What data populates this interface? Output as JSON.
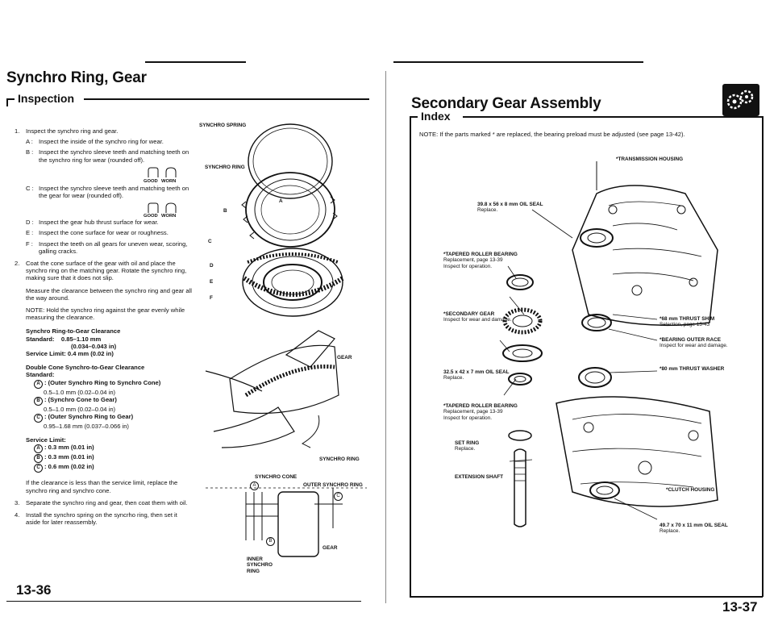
{
  "left": {
    "title": "Synchro Ring, Gear",
    "subtitle": "Inspection",
    "steps": [
      {
        "n": "1.",
        "text": "Inspect the synchro ring and gear."
      },
      {
        "n": "2.",
        "text": "Coat the cone surface of the gear with oil and place the synchro ring on the matching gear. Rotate the synchro ring, making sure that it does not slip."
      },
      {
        "n": "3.",
        "text": "Separate the synchro ring and gear, then coat them with oil."
      },
      {
        "n": "4.",
        "text": "Install the synchro spring on the syncrho ring, then set it aside for later reassembly."
      }
    ],
    "items": [
      {
        "l": "A :",
        "text": "Inspect the inside of the synchro ring for wear."
      },
      {
        "l": "B :",
        "text": "Inspect the synchro sleeve teeth and matching teeth on the synchro ring for wear (rounded off)."
      },
      {
        "l": "C :",
        "text": "Inspect the synchro sleeve teeth and matching teeth on the gear for wear (rounded off)."
      },
      {
        "l": "D :",
        "text": "Inspect the gear hub thrust surface for wear."
      },
      {
        "l": "E :",
        "text": "Inspect the cone surface for wear or roughness."
      },
      {
        "l": "F :",
        "text": "Inspect the teeth on all gears for uneven wear, scoring, galling cracks."
      }
    ],
    "good_label": "GOOD",
    "worn_label": "WORN",
    "measure_text": "Measure the clearance between the synchro ring and gear all the way around.",
    "note_text": "NOTE: Hold the synchro ring against the gear evenly while measuring the clearance.",
    "spec1_title": "Synchro Ring-to-Gear Clearance",
    "spec1_std_label": "Standard:",
    "spec1_std_value": "0.85–1.10 mm",
    "spec1_std_in": "(0.034–0.043 in)",
    "spec1_limit": "Service Limit: 0.4 mm (0.02 in)",
    "spec2_title": "Double Cone Synchro-to-Gear Clearance",
    "spec2_std_label": "Standard:",
    "spec2_a": ": (Outer Synchro Ring to Synchro Cone)",
    "spec2_a_val": "0.5–1.0 mm (0.02–0.04 in)",
    "spec2_b": ": (Synchro Cone to Gear)",
    "spec2_b_val": "0.5–1.0 mm (0.02–0.04 in)",
    "spec2_c": ": (Outer Synchro Ring to Gear)",
    "spec2_c_val": "0.95–1.68 mm (0.037–0.066 in)",
    "limit_title": "Service Limit:",
    "limit_a": ": 0.3 mm (0.01 in)",
    "limit_b": ": 0.3 mm (0.01 in)",
    "limit_c": ": 0.6 mm (0.02 in)",
    "limit_note": "If the clearance is less than the service limit, replace the synchro ring and synchro cone.",
    "circle_a": "A",
    "circle_b": "B",
    "circle_c": "C",
    "labels": {
      "synchro_spring": "SYNCHRO SPRING",
      "synchro_ring_top": "SYNCHRO RING",
      "gear": "GEAR",
      "synchro_ring_mid": "SYNCHRO RING",
      "synchro_cone": "SYNCHRO CONE",
      "outer_synchro_ring": "OUTER SYNCHRO RING",
      "inner_synchro_ring": "INNER SYNCHRO RING",
      "gear_bottom": "GEAR",
      "A": "A",
      "B": "B",
      "C": "C",
      "D": "D",
      "E": "E",
      "F": "F"
    },
    "page_number": "13-36"
  },
  "right": {
    "title": "Secondary Gear Assembly",
    "subtitle": "Index",
    "note": "NOTE: If the parts marked * are replaced, the bearing preload must be adjusted (see page 13-42).",
    "labels": {
      "trans_housing": "*TRANSMISSION HOUSING",
      "oil_seal_top": "39.8 x 56 x 8 mm OIL SEAL",
      "oil_seal_top_sub": "Replace.",
      "tapered_top": "*TAPERED ROLLER BEARING",
      "tapered_top_sub1": "Replacement, page 13-39",
      "tapered_top_sub2": "Inspect for operation.",
      "secondary_gear": "*SECONDARY GEAR",
      "secondary_gear_sub": "Inspect for wear and damage.",
      "shim": "*68 mm THRUST SHIM",
      "shim_sub": "Selection, page 13-43",
      "outer_race": "*BEARING OUTER RACE",
      "outer_race_sub": "Inspect for wear and damage.",
      "oil_seal_mid": "32.5 x 42 x 7 mm OIL SEAL",
      "oil_seal_mid_sub": "Replace.",
      "thrust_washer": "*80 mm THRUST WASHER",
      "tapered_bottom": "*TAPERED ROLLER BEARING",
      "tapered_bottom_sub1": "Replacement, page 13-39",
      "tapered_bottom_sub2": "Inspect for operation.",
      "set_ring": "SET RING",
      "set_ring_sub": "Replace.",
      "extension_shaft": "EXTENSION SHAFT",
      "clutch_housing": "*CLUTCH HOUSING",
      "oil_seal_bottom": "49.7 x 70 x 11 mm OIL SEAL",
      "oil_seal_bottom_sub": "Replace."
    },
    "page_number": "13-37"
  }
}
